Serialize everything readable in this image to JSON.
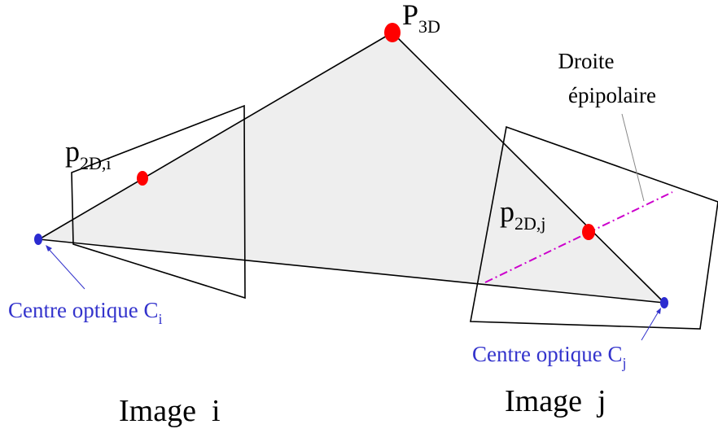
{
  "labels": {
    "p3d_main": "P",
    "p3d_sub": "3D",
    "p2di_main": "p",
    "p2di_sub": "2D,i",
    "p2dj_main": "p",
    "p2dj_sub": "2D,j",
    "droite_line1": "Droite",
    "droite_line2": "épipolaire",
    "centre_i_main": "Centre optique C",
    "centre_i_sub": "i",
    "centre_j_main": "Centre optique C",
    "centre_j_sub": "j",
    "image_i": "Image  i",
    "image_j": "Image  j"
  },
  "colors": {
    "point_red": "#ff0000",
    "center_blue": "#2b2bd0",
    "label_blue": "#3333cc",
    "epipolar_magenta": "#cc00cc",
    "triangle_fill": "#eeeeee",
    "line": "#000000"
  }
}
